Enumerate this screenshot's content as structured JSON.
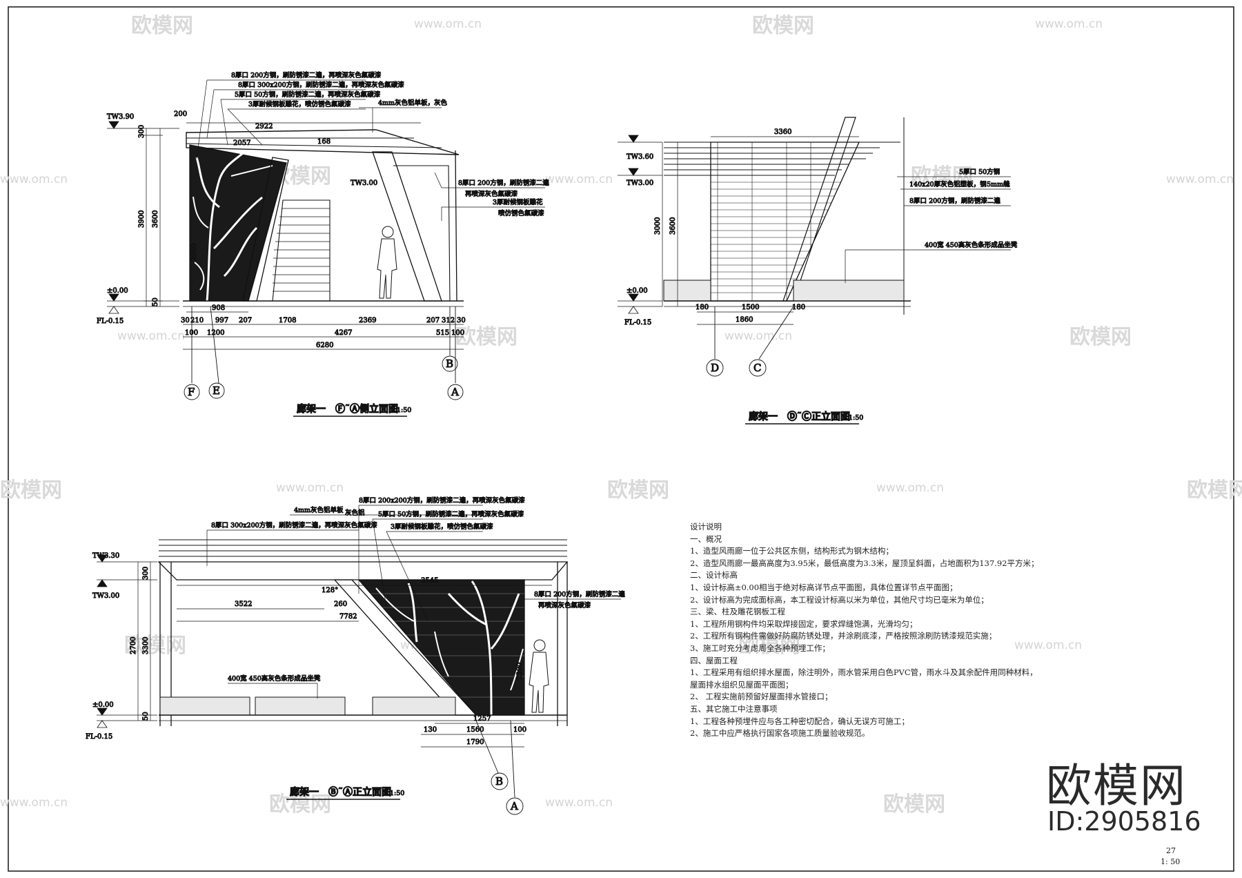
{
  "watermarks": {
    "brand": "欧模网",
    "url": "www.om.cn"
  },
  "drawing1": {
    "title": "廊架一",
    "title_axes": "Ⓕ˜Ⓐ侧立面图",
    "scale": "1:50",
    "callouts": [
      "8厚口 200方钢，刷防锈漆二遍，再喷深灰色氟碳漆",
      "8厚口 300x200方钢，刷防锈漆二遍，再喷深灰色氟碳漆",
      "5厚口 50方钢，刷防锈漆二遍，再喷深灰色氟碳漆",
      "3厚耐候钢板雕花，喷仿锈色氟碳漆",
      "4mm灰色铝单板，灰色"
    ],
    "right_callouts": [
      "8厚口 200方钢，刷防锈漆二遍",
      "再喷深灰色氟碳漆",
      "3厚耐候钢板雕花",
      "喷仿锈色氟碳漆"
    ],
    "levels": [
      "TW3.90",
      "TW3.00",
      "±0.00",
      "FL-0.15"
    ],
    "vdims": [
      "300",
      "3600",
      "3900",
      "50",
      "2050"
    ],
    "dims_top": [
      "200",
      "2922",
      "2057",
      "168"
    ],
    "dims_row1": [
      "908"
    ],
    "dims_row2": [
      "30",
      "210",
      "997",
      "207",
      "1708",
      "2369",
      "207",
      "312",
      "30"
    ],
    "dims_row3": [
      "100",
      "1200",
      "4267",
      "515",
      "100"
    ],
    "dims_total": "6280",
    "axes": [
      "F",
      "E",
      "B",
      "A"
    ]
  },
  "drawing2": {
    "title": "廊架一",
    "title_axes": "Ⓓ˜Ⓒ正立面图",
    "scale": "1:50",
    "callouts": [
      "5厚口 50方钢",
      "140x20厚灰色铝塑板，钢",
      "5mm缝",
      "8厚口 200方钢，刷防锈漆二遍",
      "400宽 450高灰色条形成品坐凳"
    ],
    "levels": [
      "TW3.60",
      "TW3.00",
      "±0.00",
      "FL-0.15"
    ],
    "vdims": [
      "3000",
      "3600"
    ],
    "dims_top": "3360",
    "dims_row1": [
      "180",
      "1500",
      "180"
    ],
    "dims_total": "1860",
    "axes": [
      "D",
      "C"
    ]
  },
  "drawing3": {
    "title": "廊架一",
    "title_axes": "Ⓑ˜Ⓐ正立面图",
    "scale": "1:50",
    "callouts": [
      "4mm灰色铝单板",
      "灰色铝",
      "8厚口 300x200方钢，刷防锈漆二遍，再喷深灰色氟碳漆",
      "8厚口 200x200方钢，刷防锈漆二遍，再喷深灰色氟碳漆",
      "5厚口 50方钢，刷防锈漆二遍，再喷深灰色氟碳漆",
      "3厚耐候钢板雕花，喷仿锈色氟碳漆"
    ],
    "right_callouts": [
      "8厚口 200方钢，刷防锈漆二遍",
      "再喷深灰色氟碳漆"
    ],
    "bench_label": "400宽 450高灰色条形成品坐凳",
    "levels": [
      "TW3.30",
      "TW3.00",
      "±0.00",
      "FL-0.15"
    ],
    "vdims": [
      "300",
      "2700",
      "3300",
      "50",
      "2200"
    ],
    "dims": [
      "3545",
      "3522",
      "260",
      "7782",
      "1257",
      "130",
      "1560",
      "100",
      "1790"
    ],
    "angle": "128°",
    "axes": [
      "B",
      "A"
    ]
  },
  "notes": {
    "heading": "设计说明",
    "lines": [
      "一、概况",
      "1、造型风雨廊一位于公共区东侧，结构形式为钢木结构；",
      "2、造型风雨廊一最高高度为3.95米，最低高度为3.3米，屋顶呈斜面，占地面积为137.92平方米；",
      "二、设计标高",
      "1、设计标高±0.00相当于绝对标高详节点平面图，具体位置详节点平面图；",
      "2、设计标高为完成面标高，本工程设计标高以米为单位，其他尺寸均已毫米为单位；",
      "三、梁、柱及雕花钢板工程",
      "1、工程所用钢构件均采取焊接固定，要求焊缝饱满，光滑均匀；",
      "2、工程所有钢构件需做好防腐防锈处理，并涂刷底漆，严格按照涂刷防锈漆规范实施；",
      "3、施工时充分考虑周全各种预埋工作；",
      "四、屋面工程",
      "1、工程采用有组织排水屋面，除注明外，雨水管采用白色PVC管，雨水斗及其余配件用同种材料，",
      "屋面排水组织见屋面平面图；",
      "2、 工程实施前预留好屋面排水管接口；",
      "五、其它施工中注意事项",
      "1、工程各种预埋件应与各工种密切配合，确认无误方可施工；",
      "2、施工中应严格执行国家各项施工质量验收规范。"
    ]
  },
  "brand": {
    "name": "欧模网",
    "id": "ID:2905816"
  },
  "sheet": {
    "page": "27",
    "scale": "1: 50"
  }
}
